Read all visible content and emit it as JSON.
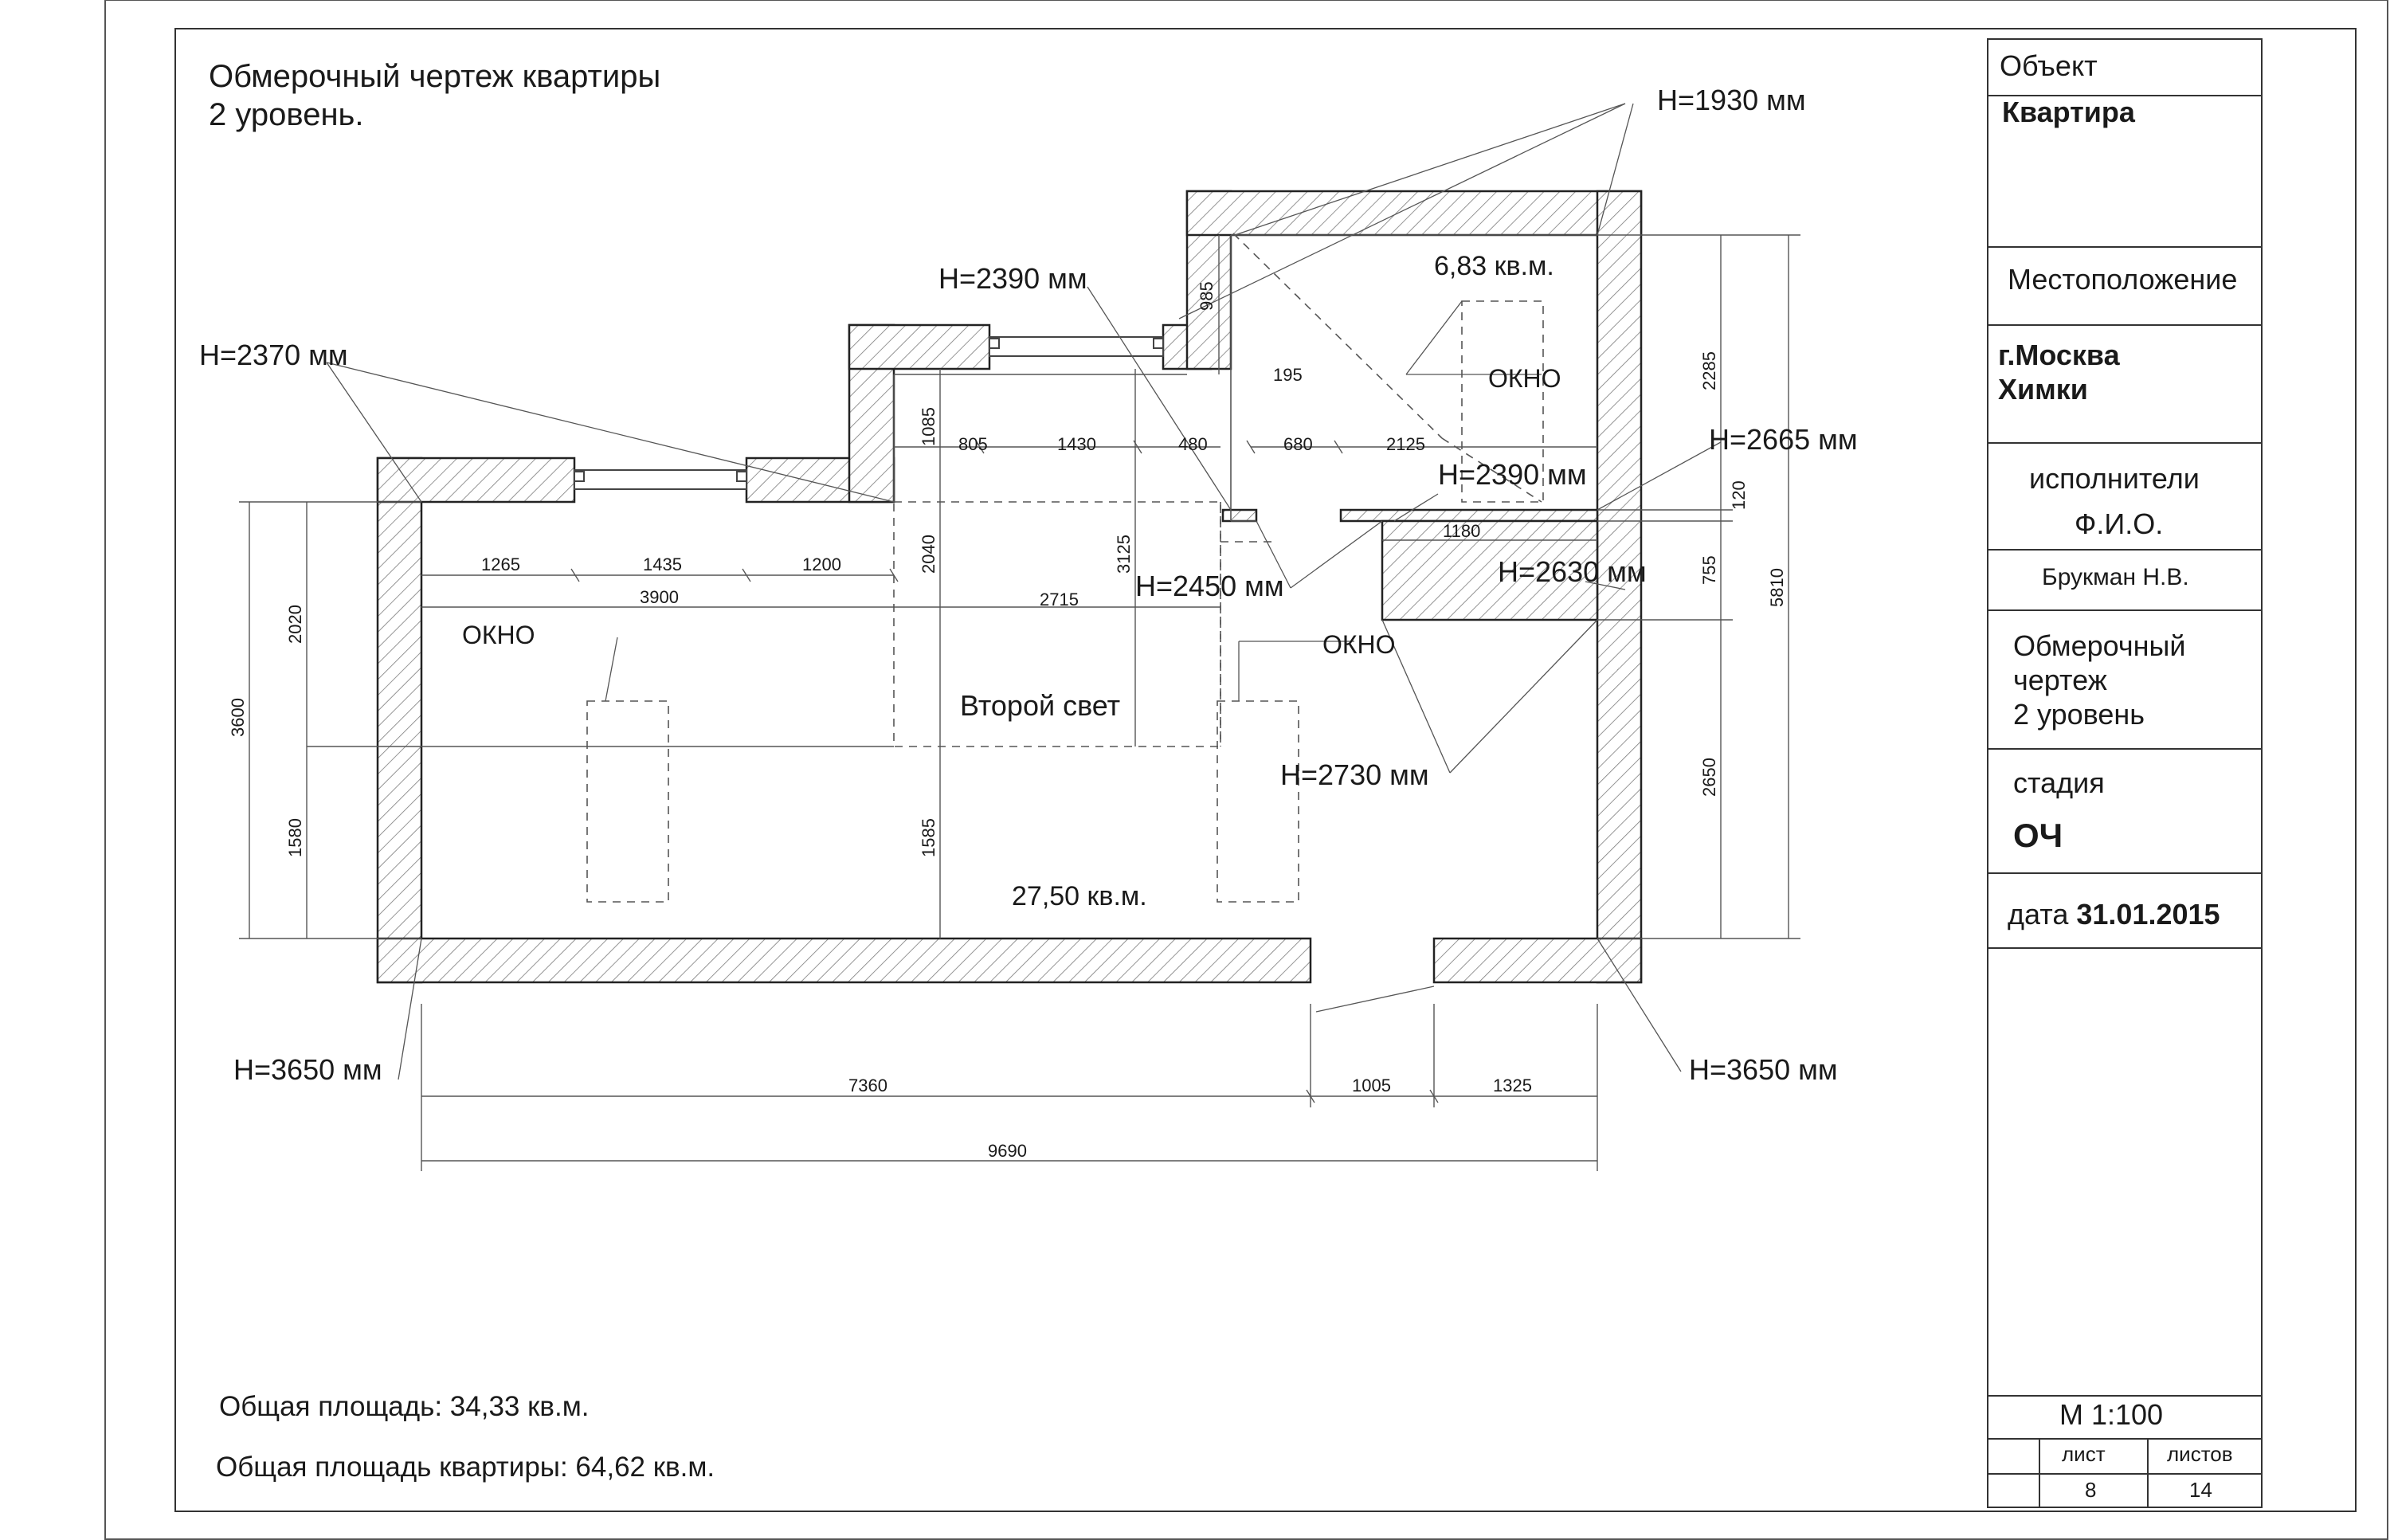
{
  "drawing": {
    "title_line1": "Обмерочный  чертеж квартиры",
    "title_line2": "2 уровень.",
    "total_area": "Общая площадь: 34,33 кв.м.",
    "apartment_area": "Общая площадь квартиры: 64,62 кв.м."
  },
  "rooms": {
    "main_area": "27,50 кв.м.",
    "small_area": "6,83 кв.м.",
    "second_light": "Второй свет"
  },
  "windows": {
    "w_left": "ОКНО",
    "w_right": "ОКНО",
    "w_small": "ОКНО"
  },
  "heights": {
    "h1930": "H=1930 мм",
    "h2390_top": "H=2390 мм",
    "h2370": "H=2370 мм",
    "h2665": "H=2665 мм",
    "h2390_mid": "H=2390 мм",
    "h2450": "H=2450 мм",
    "h2630": "H=2630 мм",
    "h2730": "H=2730 мм",
    "h3650_left": "H=3650 мм",
    "h3650_right": "H=3650 мм"
  },
  "dims": {
    "d1265": "1265",
    "d1435": "1435",
    "d1200": "1200",
    "d3900": "3900",
    "d805": "805",
    "d1430": "1430",
    "d480": "480",
    "d680": "680",
    "d2125": "2125",
    "d195": "195",
    "d1180": "1180",
    "d2715": "2715",
    "d7360": "7360",
    "d1005": "1005",
    "d1325": "1325",
    "d9690": "9690",
    "d3600": "3600",
    "d2020": "2020",
    "d1580": "1580",
    "d1085": "1085",
    "d2040": "2040",
    "d1585": "1585",
    "d3125": "3125",
    "d985": "985",
    "d2285": "2285",
    "d120": "120",
    "d755": "755",
    "d2650": "2650",
    "d5810": "5810"
  },
  "title_block": {
    "object_label": "Объект",
    "object_value": "Квартира",
    "location_label": "Местоположение",
    "location_line1": "г.Москва",
    "location_line2": "Химки",
    "performers_label": "исполнители",
    "fio_label": "Ф.И.О.",
    "performer_name": "Брукман Н.В.",
    "doc_line1": "Обмерочный",
    "doc_line2": "чертеж",
    "doc_line3": "2 уровень",
    "stage_label": "стадия",
    "stage_value": "ОЧ",
    "date_label": "дата",
    "date_value": "31.01.2015",
    "scale": "М 1:100",
    "sheet_label": "лист",
    "sheets_label": "листов",
    "sheet_value": "8",
    "sheets_value": "14"
  }
}
